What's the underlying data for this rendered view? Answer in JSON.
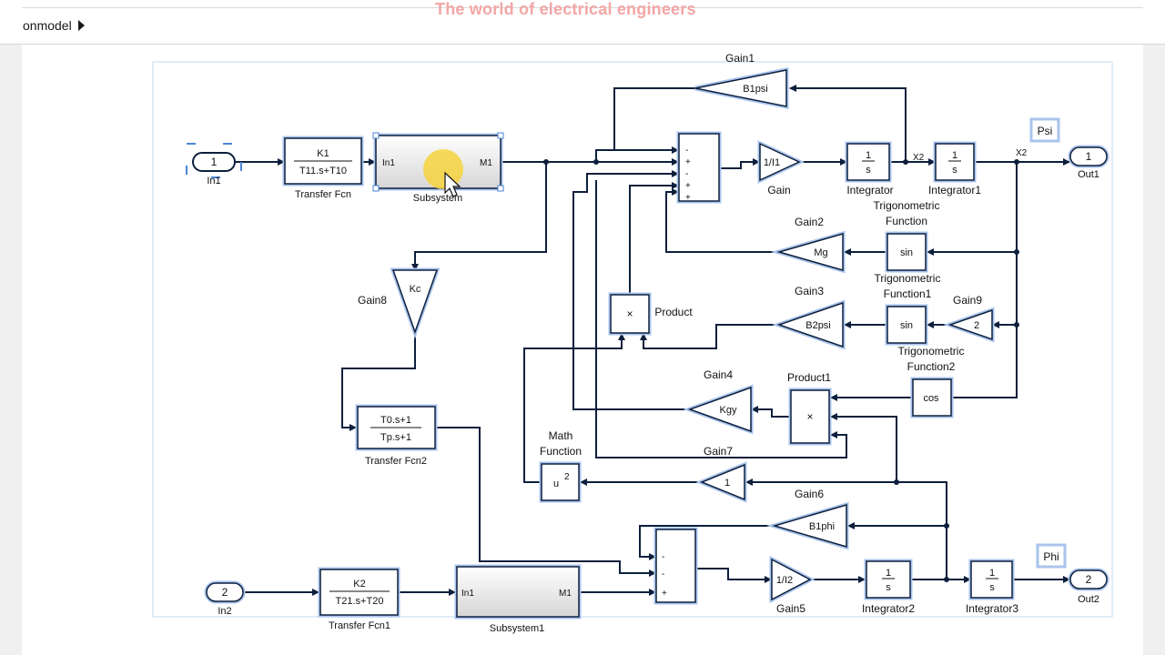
{
  "window": {
    "breadcrumb": "onmodel",
    "watermark": "The world of electrical engineers"
  },
  "inports": [
    {
      "num": "1",
      "label": "In1"
    },
    {
      "num": "2",
      "label": "In2"
    }
  ],
  "outports": [
    {
      "num": "1",
      "label": "Out1"
    },
    {
      "num": "2",
      "label": "Out2"
    }
  ],
  "transfer_fcns": {
    "tf": {
      "num": "K1",
      "den": "T11.s+T10",
      "label": "Transfer Fcn"
    },
    "tf1": {
      "num": "K2",
      "den": "T21.s+T20",
      "label": "Transfer Fcn1"
    },
    "tf2": {
      "num": "T0.s+1",
      "den": "Tp.s+1",
      "label": "Transfer Fcn2"
    }
  },
  "subsystems": {
    "sub": {
      "label": "Subsystem",
      "in": "In1",
      "out": "M1"
    },
    "sub1": {
      "label": "Subsystem1",
      "in": "In1",
      "out": "M1"
    }
  },
  "gains": {
    "gain": {
      "value": "1/I1",
      "label": "Gain"
    },
    "gain1": {
      "value": "B1psi",
      "label": "Gain1"
    },
    "gain2": {
      "value": "Mg",
      "label": "Gain2"
    },
    "gain3": {
      "value": "B2psi",
      "label": "Gain3"
    },
    "gain4": {
      "value": "Kgy",
      "label": "Gain4"
    },
    "gain5": {
      "value": "1/I2",
      "label": "Gain5"
    },
    "gain6": {
      "value": "B1phi",
      "label": "Gain6"
    },
    "gain7": {
      "value": "1",
      "label": "Gain7"
    },
    "gain8": {
      "value": "Kc",
      "label": "Gain8"
    },
    "gain9": {
      "value": "2",
      "label": "Gain9"
    }
  },
  "integrators": {
    "int": {
      "value": "1",
      "den": "s",
      "label": "Integrator"
    },
    "int1": {
      "value": "1",
      "den": "s",
      "label": "Integrator1"
    },
    "int2": {
      "value": "1",
      "den": "s",
      "label": "Integrator2"
    },
    "int3": {
      "value": "1",
      "den": "s",
      "label": "Integrator3"
    }
  },
  "trig": {
    "trig": {
      "value": "sin",
      "label_line1": "Trigonometric",
      "label_line2": "Function"
    },
    "trig1": {
      "value": "sin",
      "label_line1": "Trigonometric",
      "label_line2": "Function1"
    },
    "trig2": {
      "value": "cos",
      "label_line1": "Trigonometric",
      "label_line2": "Function2"
    }
  },
  "products": {
    "product": {
      "value": "×",
      "label": "Product"
    },
    "product1": {
      "value": "×",
      "label": "Product1"
    }
  },
  "math": {
    "value": "u",
    "exp": "2",
    "label_line1": "Math",
    "label_line2": "Function"
  },
  "sum1_signs": [
    "-",
    "+",
    "-",
    "+",
    "+"
  ],
  "sum2_signs": [
    "-",
    "-",
    "+"
  ],
  "signal_labels": {
    "x2": "X2",
    "x2b": "X2",
    "psi": "Psi",
    "phi": "Phi"
  },
  "colors": {
    "line": "#0d1f3c",
    "selection": "#a9c4ec",
    "port_fill": "#ffffff",
    "watermark": "#f3a6a6"
  }
}
